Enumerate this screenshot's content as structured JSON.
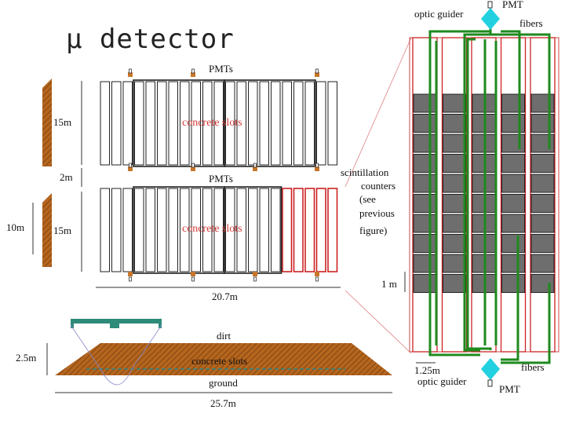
{
  "title": "μ detector",
  "labels": {
    "pmts_top": "PMTs",
    "pmts_mid": "PMTs",
    "concrete_upper": "concrete slots",
    "concrete_lower": "concrete slots",
    "concrete_side": "concrete slots",
    "dim_15m_upper": "15m",
    "dim_2m": "2m",
    "dim_15m_lower": "15m",
    "dim_10m": "10m",
    "dim_20_7m": "20.7m",
    "dim_2_5m": "2.5m",
    "dim_25_7m": "25.7m",
    "dirt": "dirt",
    "ground": "ground",
    "scint_1": "scintillation",
    "scint_2": "counters",
    "scint_3": "(see",
    "scint_4": "previous",
    "scint_5": "figure)",
    "optic_guider_top": "optic guider",
    "pmt_top": "PMT",
    "fibers_top": "fibers",
    "dim_1m": "1 m",
    "dim_1_25m": "1.25m",
    "optic_guider_bottom": "optic guider",
    "fibers_bottom": "fibers",
    "pmt_bottom": "PMT"
  },
  "colors": {
    "concrete_text": "#d23a3a",
    "red_slot": "#cc2222",
    "pmt": "#c8762a",
    "dirt": "#b5651d",
    "fiber": "#1e8a1e",
    "guider": "#22d0e0",
    "counter": "#6e6e6e",
    "roof": "#2e8b7a"
  }
}
